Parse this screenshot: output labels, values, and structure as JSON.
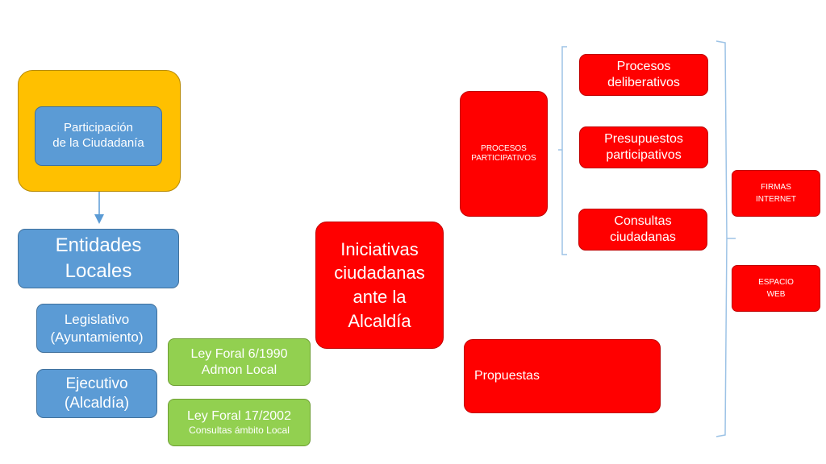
{
  "participacion": {
    "line1": "Participación",
    "line2": "de la Ciudadanía"
  },
  "entidades": {
    "line1": "Entidades",
    "line2": "Locales"
  },
  "legislativo": {
    "line1": "Legislativo",
    "line2": "(Ayuntamiento)"
  },
  "ejecutivo": {
    "line1": "Ejecutivo",
    "line2": "(Alcaldía)"
  },
  "ley1": {
    "line1": "Ley Foral 6/1990",
    "line2": "Admon Local"
  },
  "ley2": {
    "line1": "Ley Foral 17/2002",
    "line2": "Consultas ámbito Local"
  },
  "iniciativas": {
    "line1": "Iniciativas",
    "line2": "ciudadanas",
    "line3": "ante la",
    "line4": "Alcaldía"
  },
  "procesos_participativos": {
    "line1": "PROCESOS",
    "line2": "PARTICIPATIVOS"
  },
  "deliberativos": {
    "line1": "Procesos",
    "line2": "deliberativos"
  },
  "presupuestos": {
    "line1": "Presupuestos",
    "line2": "participativos"
  },
  "consultas": {
    "line1": "Consultas",
    "line2": "ciudadanas"
  },
  "propuestas": {
    "label": "Propuestas"
  },
  "firmas": {
    "line1": "FIRMAS",
    "line2": "INTERNET"
  },
  "espacio": {
    "line1": "ESPACIO",
    "line2": "WEB"
  },
  "colors": {
    "blue": "#5b9bd5",
    "red": "#ff0000",
    "green": "#92d050",
    "orange": "#ffc000",
    "connector": "#9dc3e6"
  }
}
